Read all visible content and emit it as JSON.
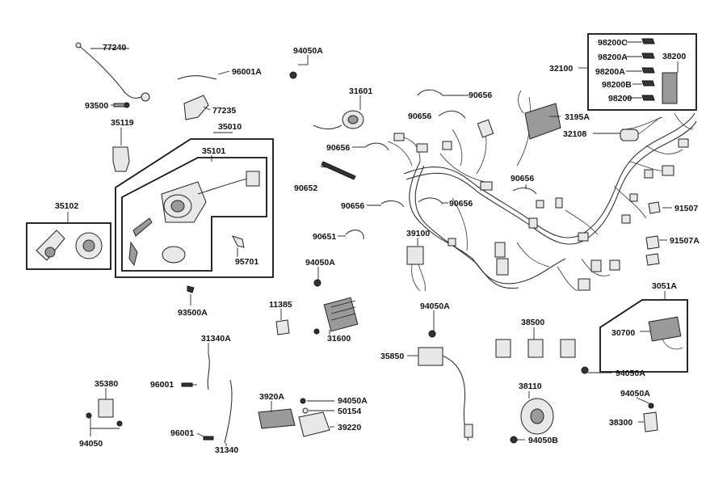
{
  "labels": {
    "p77240": "77240",
    "p93500": "93500",
    "p35119": "35119",
    "p94050A_top": "94050A",
    "p96001A": "96001A",
    "p77235": "77235",
    "p35010": "35010",
    "p35101": "35101",
    "p35102": "35102",
    "p95701": "95701",
    "p93500A": "93500A",
    "p31601": "31601",
    "p90656_a": "90656",
    "p90656_b": "90656",
    "p90656_c": "90656",
    "p90656_d": "90656",
    "p90656_e": "90656",
    "p90656_f": "90656",
    "p90652": "90652",
    "p90651": "90651",
    "p39100": "39100",
    "p94050A_mid": "94050A",
    "p11385": "11385",
    "p31600": "31600",
    "p31340A": "31340A",
    "p96001_a": "96001",
    "p96001_b": "96001",
    "p31340": "31340",
    "p35380": "35380",
    "p94050": "94050",
    "p3920A": "3920A",
    "p94050A_low": "94050A",
    "p50154": "50154",
    "p39220": "39220",
    "p94050A_relay": "94050A",
    "p35850": "35850",
    "p32100": "32100",
    "p98200C": "98200C",
    "p98200A_1": "98200A",
    "p98200A_2": "98200A",
    "p98200B": "98200B",
    "p98200": "98200",
    "p38200": "38200",
    "p3195A": "3195A",
    "p32108": "32108",
    "p91507": "91507",
    "p91507A": "91507A",
    "p3051A": "3051A",
    "p30700": "30700",
    "p38500": "38500",
    "p94050A_r1": "94050A",
    "p38110": "38110",
    "p94050B": "94050B",
    "p94050A_r2": "94050A",
    "p38300": "38300"
  }
}
